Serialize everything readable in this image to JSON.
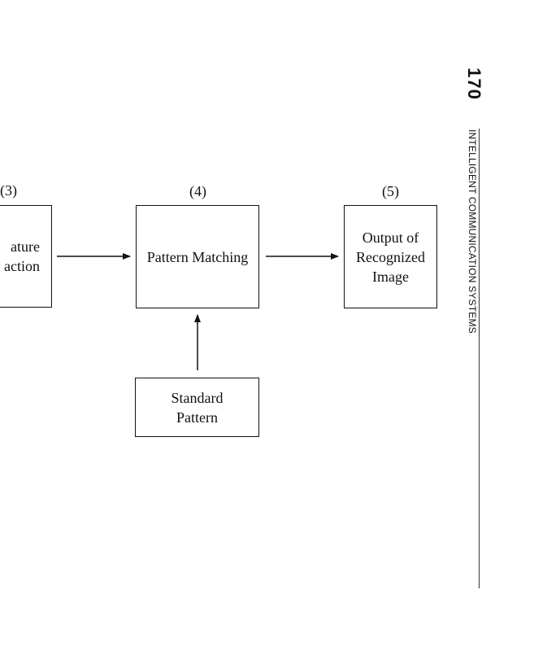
{
  "header": {
    "page_number": "170",
    "running_title": "INTELLIGENT COMMUNICATION SYSTEMS"
  },
  "diagram": {
    "steps": [
      {
        "number": "(3)",
        "label": "ature\naction"
      },
      {
        "number": "(4)",
        "label": "Pattern Matching"
      },
      {
        "number": "(5)",
        "label": "Output of\nRecognized\nImage"
      }
    ],
    "standard_pattern": {
      "label": "Standard\nPattern"
    }
  }
}
